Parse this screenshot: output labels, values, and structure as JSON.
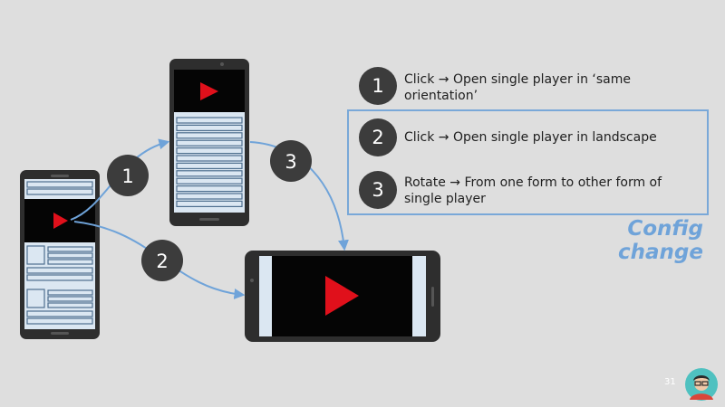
{
  "flow": {
    "steps": [
      {
        "number": "1",
        "text": "Click → Open single player in ‘same orientation’"
      },
      {
        "number": "2",
        "text": "Click → Open single player in landscape"
      },
      {
        "number": "3",
        "text": "Rotate → From one form to other form of single player"
      }
    ],
    "edge_labels": [
      "1",
      "2",
      "3"
    ],
    "group_label": "Config change"
  },
  "slide": {
    "page_number": "31"
  },
  "colors": {
    "background": "#dedede",
    "phone_body": "#2e2e2e",
    "screen_dark": "#050505",
    "list_item": "#dbe7f2",
    "list_border": "#4e6f8e",
    "play_icon": "#e0101b",
    "arrow": "#6fa3d9",
    "step_circle": "#3c3c3c",
    "accent": "#6fa3d9"
  },
  "icons": [
    "play-icon",
    "avatar-icon"
  ]
}
